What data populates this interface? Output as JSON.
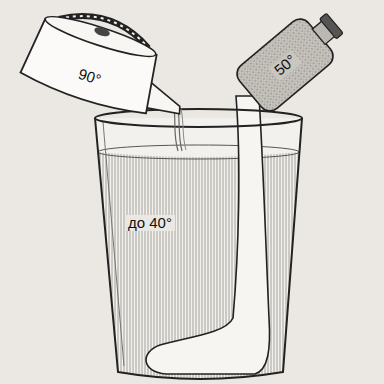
{
  "diagram": {
    "nodes": [
      {
        "text": [
          "90°"
        ]
      },
      {
        "text": [
          "50°"
        ]
      },
      {
        "text": [
          "до 40°"
        ]
      }
    ]
  }
}
